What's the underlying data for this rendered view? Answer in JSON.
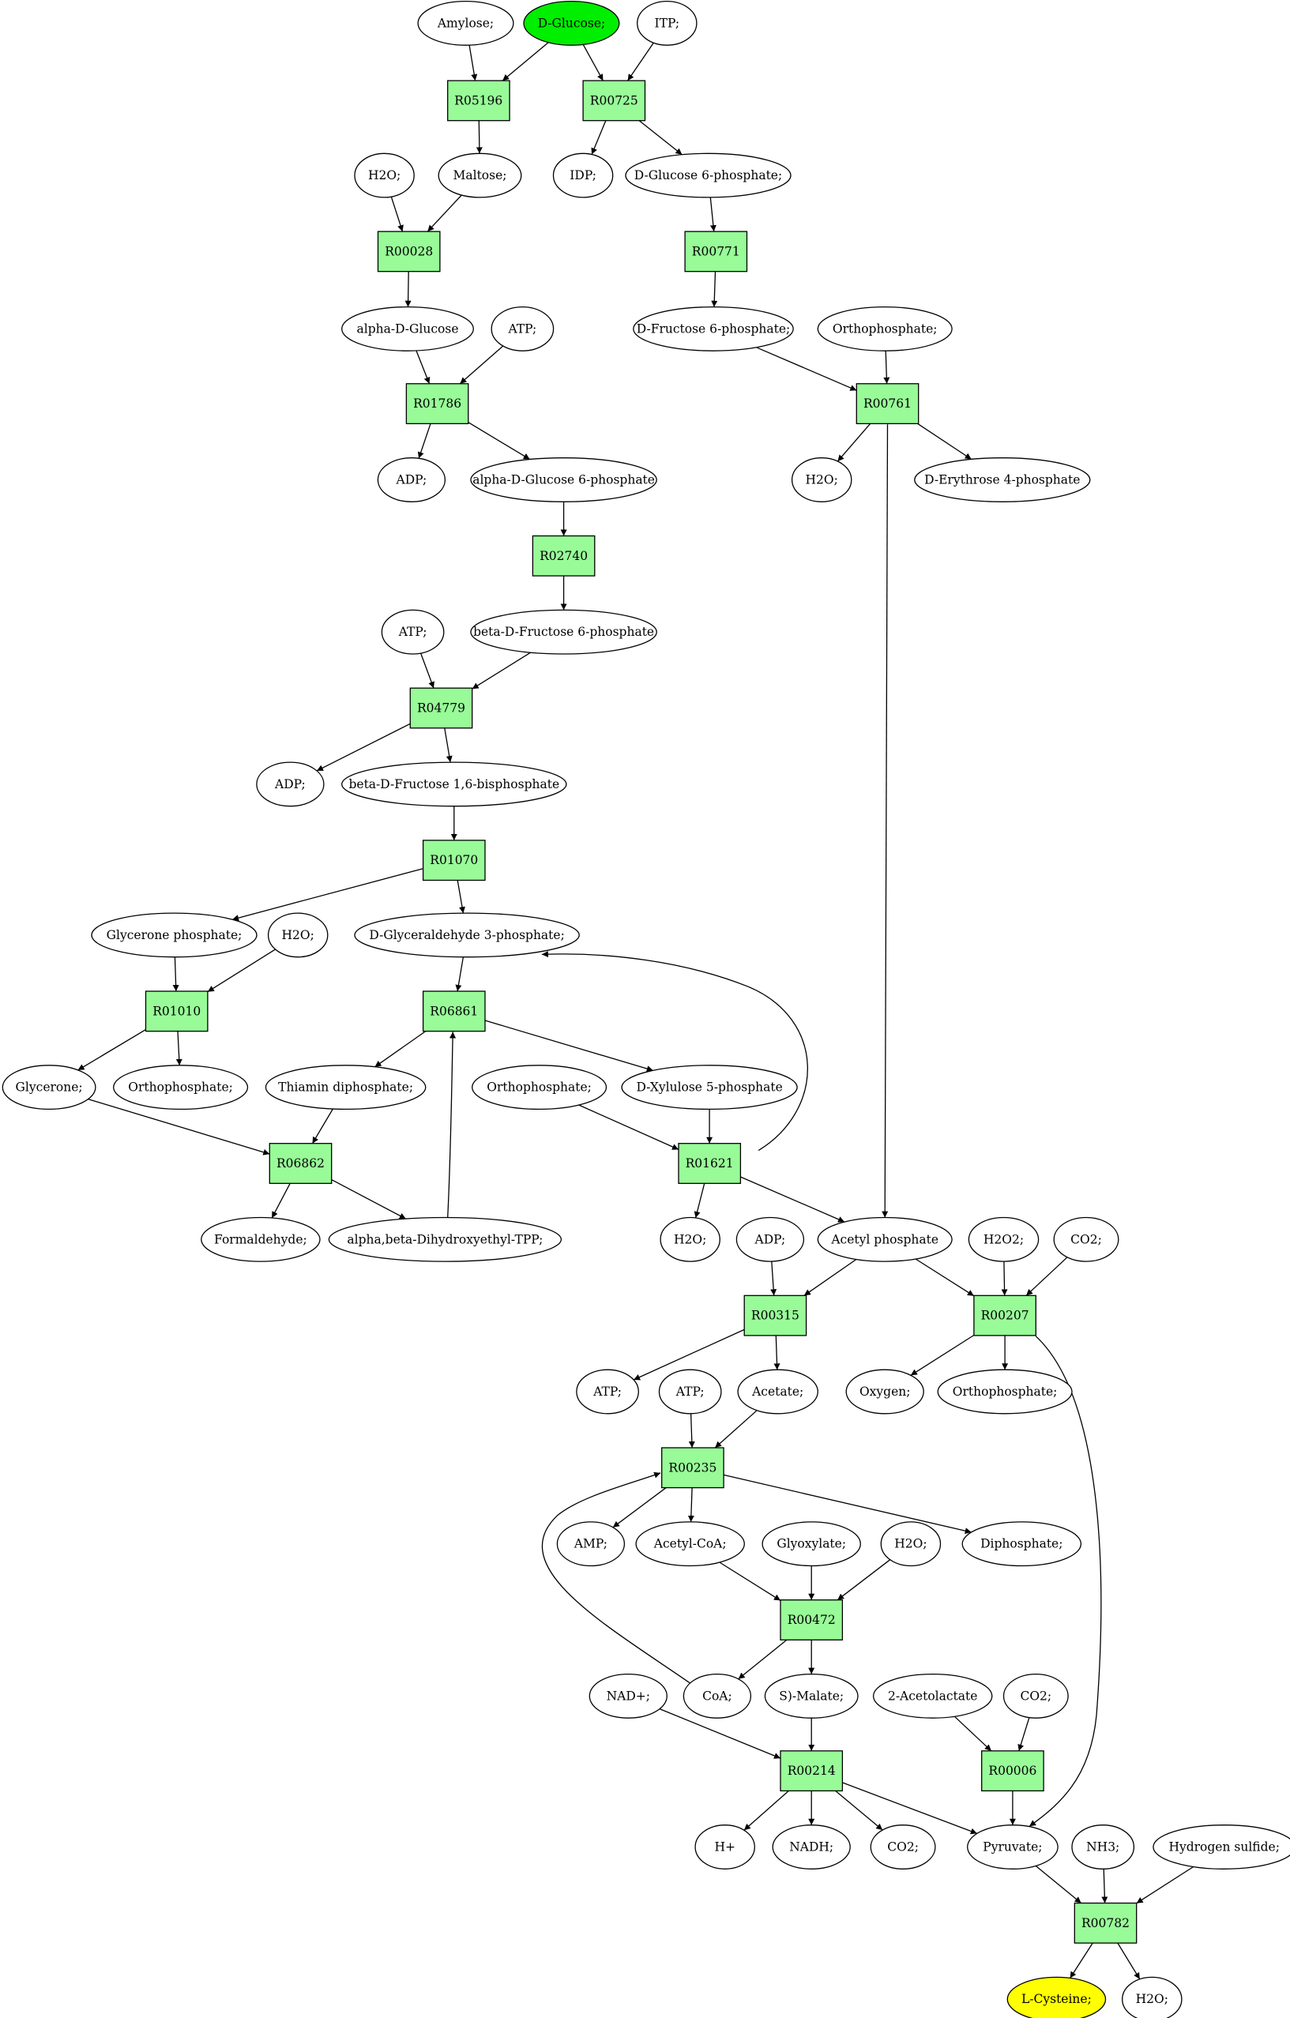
{
  "colors": {
    "reaction_fill": "#98fb98",
    "metabolite_fill": "#ffffff",
    "source_fill": "#00ee00",
    "target_fill": "#ffff00",
    "stroke": "#000000"
  },
  "nodes": {
    "amylose": "Amylose;",
    "dglucose": "D-Glucose;",
    "itp": "ITP;",
    "r05196": "R05196",
    "r00725": "R00725",
    "h2o_1": "H2O;",
    "maltose": "Maltose;",
    "idp": "IDP;",
    "dg6p": "D-Glucose 6-phosphate;",
    "r00028": "R00028",
    "r00771": "R00771",
    "adglucose": "alpha-D-Glucose",
    "atp_1": "ATP;",
    "df6p": "D-Fructose 6-phosphate;",
    "ortho_1": "Orthophosphate;",
    "r01786": "R01786",
    "r00761": "R00761",
    "adp_1": "ADP;",
    "adg6p": "alpha-D-Glucose 6-phosphate",
    "h2o_2": "H2O;",
    "de4p": "D-Erythrose 4-phosphate",
    "r02740": "R02740",
    "atp_2": "ATP;",
    "bdf6p": "beta-D-Fructose 6-phosphate",
    "r04779": "R04779",
    "adp_2": "ADP;",
    "bdf16bp": "beta-D-Fructose 1,6-bisphosphate",
    "r01070": "R01070",
    "glycerone_p": "Glycerone phosphate;",
    "h2o_3": "H2O;",
    "dgap": "D-Glyceraldehyde 3-phosphate;",
    "r01010": "R01010",
    "r06861": "R06861",
    "glycerone": "Glycerone;",
    "ortho_2": "Orthophosphate;",
    "thiamin": "Thiamin diphosphate;",
    "ortho_3": "Orthophosphate;",
    "dx5p": "D-Xylulose 5-phosphate",
    "r06862": "R06862",
    "r01621": "R01621",
    "formaldehyde": "Formaldehyde;",
    "abdtpp": "alpha,beta-Dihydroxyethyl-TPP;",
    "h2o_4": "H2O;",
    "adp_3": "ADP;",
    "acetylp": "Acetyl phosphate",
    "h2o2": "H2O2;",
    "co2_1": "CO2;",
    "r00315": "R00315",
    "r00207": "R00207",
    "atp_3": "ATP;",
    "atp_4": "ATP;",
    "acetate": "Acetate;",
    "oxygen": "Oxygen;",
    "ortho_4": "Orthophosphate;",
    "r00235": "R00235",
    "amp": "AMP;",
    "acetylcoa": "Acetyl-CoA;",
    "glyoxylate": "Glyoxylate;",
    "h2o_5": "H2O;",
    "diphosphate": "Diphosphate;",
    "r00472": "R00472",
    "nad": "NAD+;",
    "coa": "CoA;",
    "smalate": "S)-Malate;",
    "acetolactate": "2-Acetolactate",
    "co2_2": "CO2;",
    "r00214": "R00214",
    "r00006": "R00006",
    "hplus": "H+",
    "nadh": "NADH;",
    "co2_3": "CO2;",
    "pyruvate": "Pyruvate;",
    "nh3": "NH3;",
    "h2s": "Hydrogen sulfide;",
    "r00782": "R00782",
    "lcysteine": "L-Cysteine;",
    "h2o_6": "H2O;"
  }
}
